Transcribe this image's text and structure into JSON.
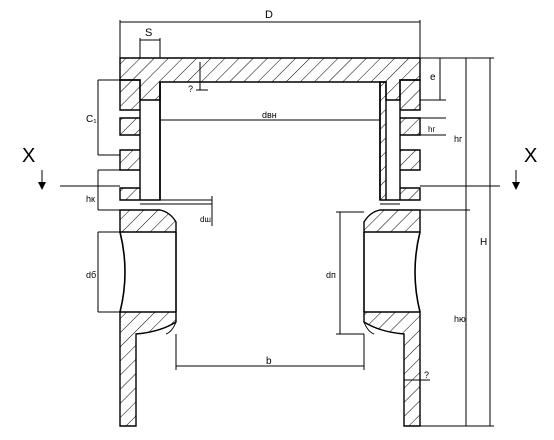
{
  "diagram": {
    "labels": {
      "D": "D",
      "S": "S",
      "e": "e",
      "C1": "C₁",
      "dvn": "dвн",
      "hg": "hг",
      "hr": "hг",
      "q1": "?",
      "q2": "?",
      "hk": "hк",
      "dsh": "dш",
      "dp": "dп",
      "d1": "dб",
      "H": "H",
      "hyu": "hю",
      "b": "b",
      "X": "X"
    },
    "colors": {
      "line": "#000000",
      "background": "#ffffff"
    }
  }
}
